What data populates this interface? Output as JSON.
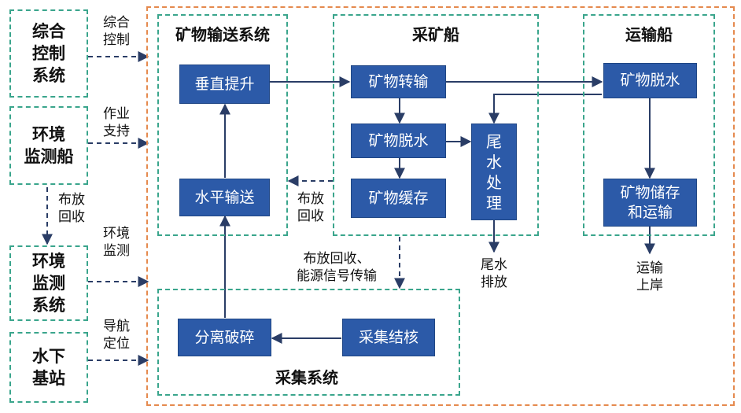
{
  "left_panel": {
    "control_system": "综合\n控制\n系统",
    "env_ship": "环境\n监测船",
    "env_system": "环境\n监测\n系统",
    "underwater_station": "水下\n基站"
  },
  "connection_labels": {
    "control": "综合\n控制",
    "support": "作业\n支持",
    "deploy_recover_left": "布放\n回收",
    "env_monitor": "环境\n监测",
    "navigation": "导航\n定位",
    "deploy_recover_mid": "布放\n回收",
    "deploy_power_signal": "布放回收、\n能源信号传输",
    "tail_discharge": "尾水\n排放",
    "transport_shore": "运输\n上岸"
  },
  "subsystems": {
    "transport_system": {
      "title": "矿物输送系统",
      "vertical_lift": "垂直提升",
      "horizontal_transport": "水平输送"
    },
    "mining_ship": {
      "title": "采矿船",
      "mineral_transfer": "矿物转输",
      "mineral_dewater": "矿物脱水",
      "mineral_buffer": "矿物缓存",
      "tailwater_treatment": "尾\n水\n处\n理"
    },
    "transport_ship": {
      "title": "运输船",
      "mineral_dewater": "矿物脱水",
      "storage_transport": "矿物储存\n和运输"
    },
    "collection_system": {
      "title": "采集系统",
      "separation_crushing": "分离破碎",
      "nodule_collection": "采集结核"
    }
  },
  "colors": {
    "process_fill": "#2c5aa8",
    "subsystem_border": "#3aa58c",
    "outer_border": "#e58a4e",
    "arrow": "#2a3d66"
  }
}
